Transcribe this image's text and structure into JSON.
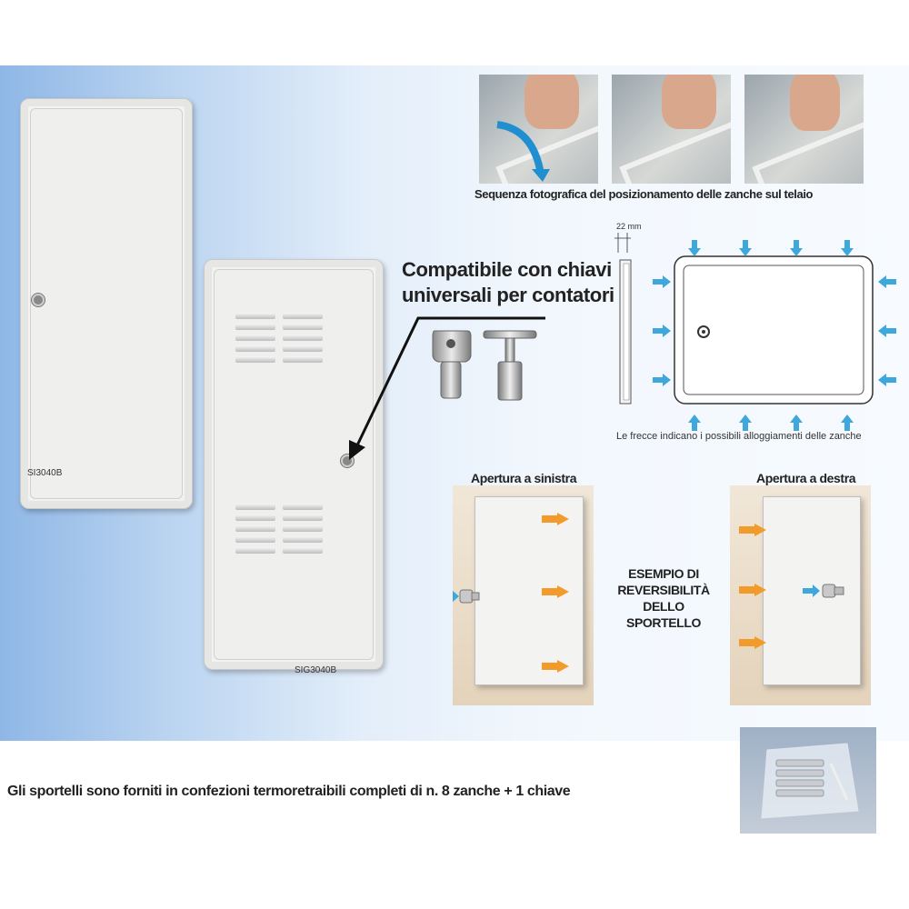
{
  "photo_caption": "Sequenza fotografica del posizionamento delle zanche sul telaio",
  "product_code_1": "SI3040B",
  "product_code_2": "SIG3040B",
  "compat_line1": "Compatibile con chiavi",
  "compat_line2": "universali per contatori",
  "dimension_label": "22 mm",
  "schema_caption": "Le frecce indicano i possibili alloggiamenti delle zanche",
  "open_left": "Apertura a sinistra",
  "open_right": "Apertura a destra",
  "example_lines": [
    "ESEMPIO DI",
    "REVERSIBILITÀ",
    "DELLO",
    "SPORTELLO"
  ],
  "footer_text": "Gli sportelli sono forniti in confezioni termoretraibili completi di n. 8 zanche + 1 chiave",
  "colors": {
    "arrow_blue": "#3ea8dc",
    "arrow_orange": "#f39b2a",
    "panel_blue": "#8fb7e6"
  }
}
